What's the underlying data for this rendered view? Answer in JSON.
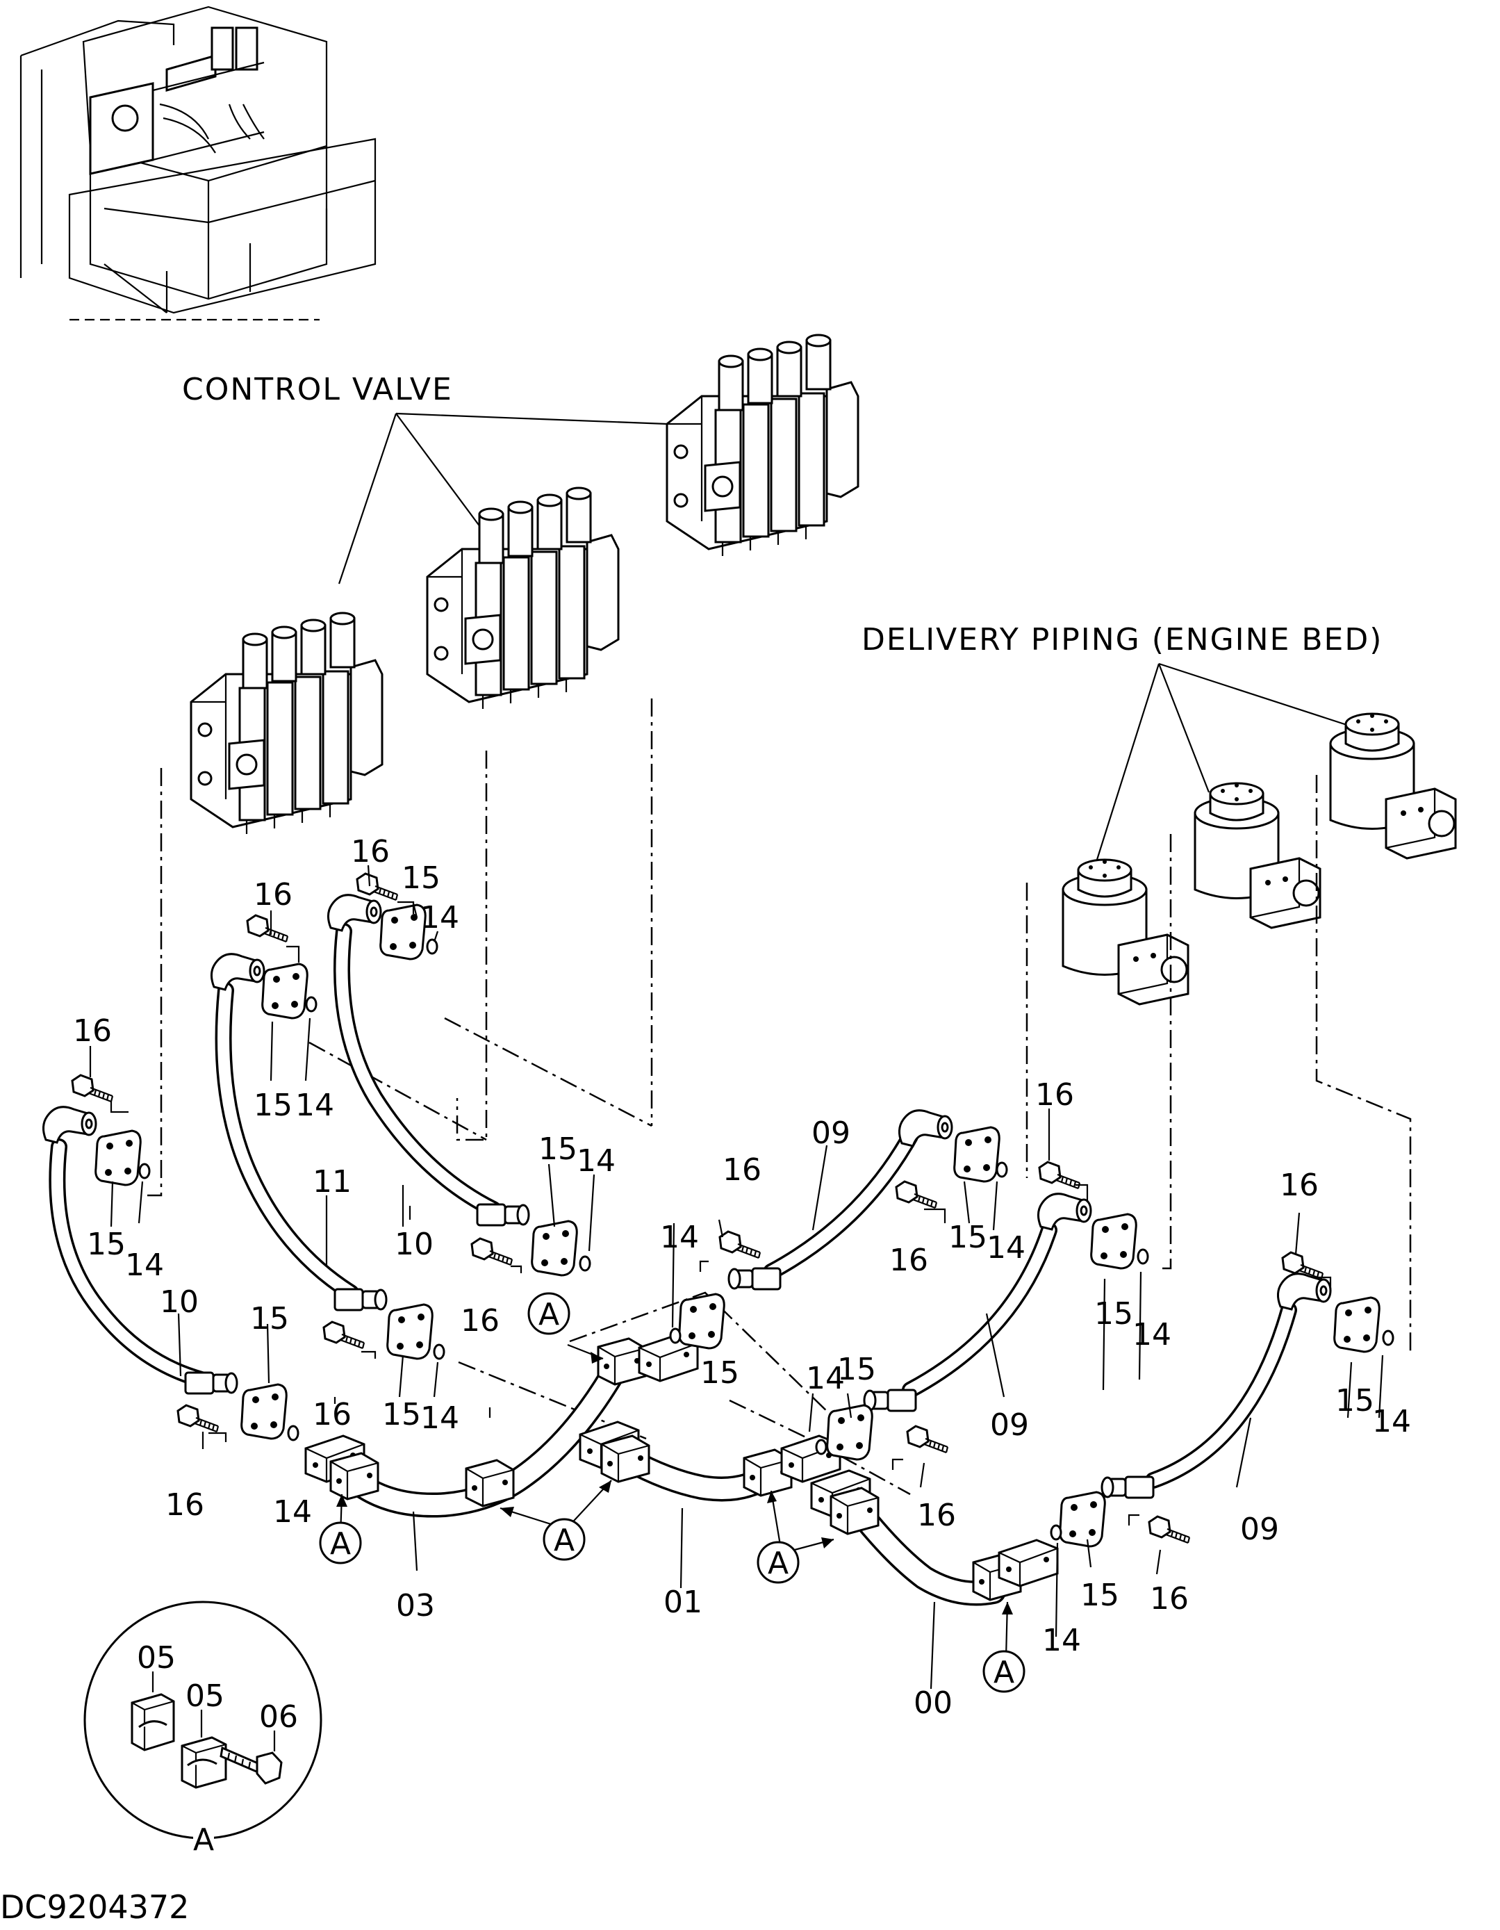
{
  "labels": {
    "control_valve": "CONTROL VALVE",
    "delivery_piping": "DELIVERY PIPING (ENGINE BED)",
    "drawing_code": "DC9204372",
    "detail_view": "A"
  },
  "reference_marker": "A",
  "parts": {
    "p00": "00",
    "p01": "01",
    "p03": "03",
    "p05": "05",
    "p06": "06",
    "p09": "09",
    "p10": "10",
    "p11": "11",
    "p14": "14",
    "p15": "15",
    "p16": "16"
  }
}
